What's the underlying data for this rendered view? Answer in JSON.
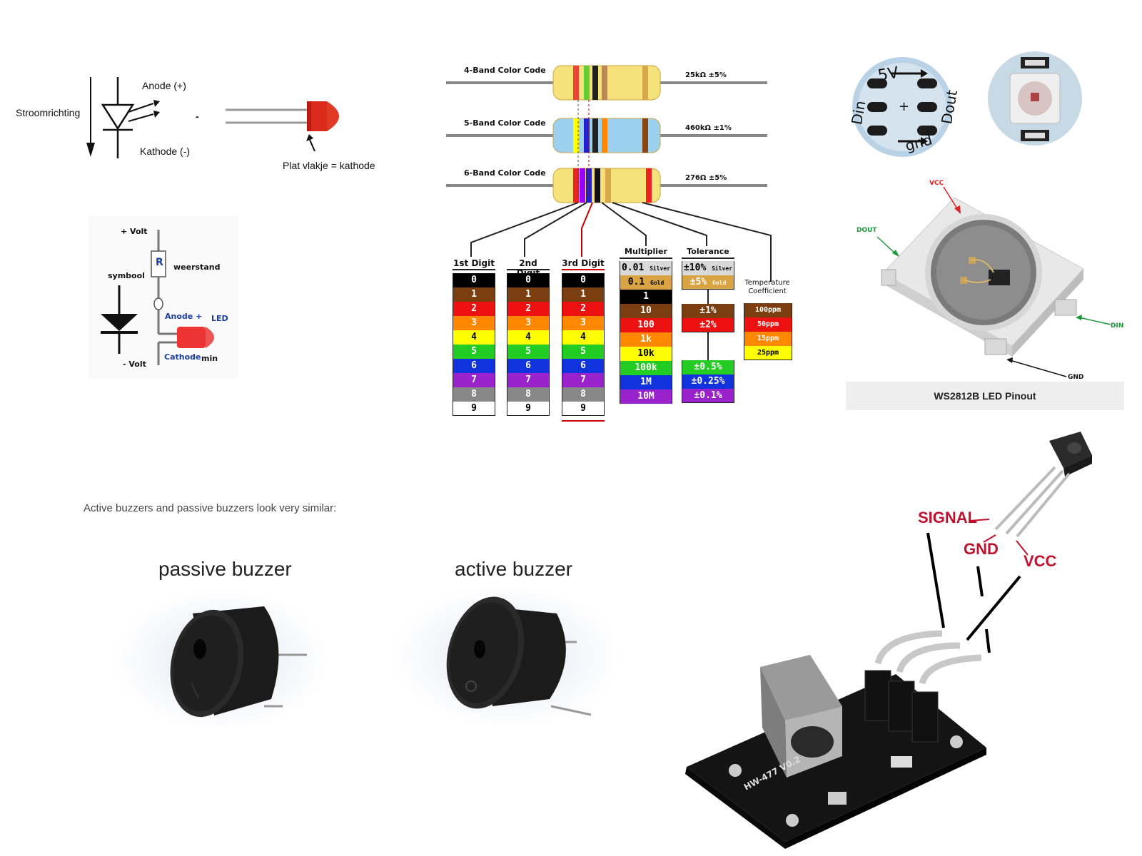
{
  "led_diagram": {
    "current_direction": "Stroomrichting",
    "anode": "Anode (+)",
    "cathode": "Kathode (-)",
    "separator": "-",
    "flat_side": "Plat vlakje = kathode"
  },
  "led_circuit": {
    "plus_volt": "+ Volt",
    "minus_volt": "- Volt",
    "resistor_letter": "R",
    "resistor": "weerstand",
    "symbol": "symbool",
    "anode": "Anode +",
    "cathode": "Cathode",
    "min": "min",
    "led": "LED"
  },
  "resistor_code": {
    "rows": [
      {
        "title": "4-Band Color Code",
        "value": "25kΩ  ±5%",
        "body": "#f5e27a",
        "bands": [
          "#e43",
          "#6c3",
          "#222",
          "#b85",
          "#d6a84a"
        ]
      },
      {
        "title": "5-Band Color Code",
        "value": "460kΩ  ±1%",
        "body": "#9cd0ef",
        "bands": [
          "#ff0",
          "#22c",
          "#222",
          "#f80",
          "#8b4513"
        ]
      },
      {
        "title": "6-Band Color Code",
        "value": "276Ω  ±5%",
        "body": "#f5e27a",
        "bands": [
          "#e22",
          "#90f",
          "#22c",
          "#111",
          "#d6a84a",
          "#e22"
        ]
      }
    ],
    "digit_headers": [
      "1st Digit",
      "2nd Digit",
      "3rd Digit"
    ],
    "digits": [
      "0",
      "1",
      "2",
      "3",
      "4",
      "5",
      "6",
      "7",
      "8",
      "9"
    ],
    "digit_colors": [
      "#000000",
      "#7a3e10",
      "#ee1111",
      "#ff8800",
      "#ffff00",
      "#22cc22",
      "#1133dd",
      "#9922cc",
      "#888888",
      "#ffffff"
    ],
    "multiplier_header": "Multiplier",
    "multipliers": [
      {
        "value": "0.01",
        "note": "Silver",
        "color": "#d9d9d9"
      },
      {
        "value": "0.1",
        "note": "Gold",
        "color": "#d9a441"
      },
      {
        "value": "1",
        "note": "",
        "color": "#000000"
      },
      {
        "value": "10",
        "note": "",
        "color": "#7a3e10"
      },
      {
        "value": "100",
        "note": "",
        "color": "#ee1111"
      },
      {
        "value": "1k",
        "note": "",
        "color": "#ff8800"
      },
      {
        "value": "10k",
        "note": "",
        "color": "#ffff00"
      },
      {
        "value": "100k",
        "note": "",
        "color": "#22cc22"
      },
      {
        "value": "1M",
        "note": "",
        "color": "#1133dd"
      },
      {
        "value": "10M",
        "note": "",
        "color": "#9922cc"
      }
    ],
    "tolerance_header": "Tolerance",
    "tolerances_top": [
      {
        "value": "±10%",
        "note": "Silver",
        "color": "#d9d9d9"
      },
      {
        "value": "±5%",
        "note": "Gold",
        "color": "#d9a441"
      }
    ],
    "tolerances_mid": [
      {
        "value": "±1%",
        "color": "#7a3e10"
      },
      {
        "value": "±2%",
        "color": "#ee1111"
      }
    ],
    "tolerances_bottom": [
      {
        "value": "±0.5%",
        "color": "#22cc22"
      },
      {
        "value": "±0.25%",
        "color": "#1133dd"
      },
      {
        "value": "±0.1%",
        "color": "#9922cc"
      }
    ],
    "tempco_header": "Temperature Coefficient",
    "tempco": [
      {
        "value": "100ppm",
        "color": "#7a3e10"
      },
      {
        "value": "50ppm",
        "color": "#ee1111"
      },
      {
        "value": "15ppm",
        "color": "#ff8800"
      },
      {
        "value": "25ppm",
        "color": "#ffff00"
      }
    ]
  },
  "ws2812": {
    "pads_left": {
      "fivev": "5V",
      "din": "Din",
      "dout": "Dout",
      "gnd": "gnd"
    },
    "vcc": "VCC",
    "dout": "DOUT",
    "din": "DIN",
    "gnd": "GND",
    "caption": "WS2812B LED Pinout"
  },
  "buzzers": {
    "intro": "Active buzzers and passive buzzers look very similar:",
    "passive": "passive buzzer",
    "active": "active buzzer"
  },
  "ir_receiver": {
    "signal": "SIGNAL",
    "gnd": "GND",
    "vcc": "VCC",
    "board_label": "HW-477 V0.2"
  }
}
